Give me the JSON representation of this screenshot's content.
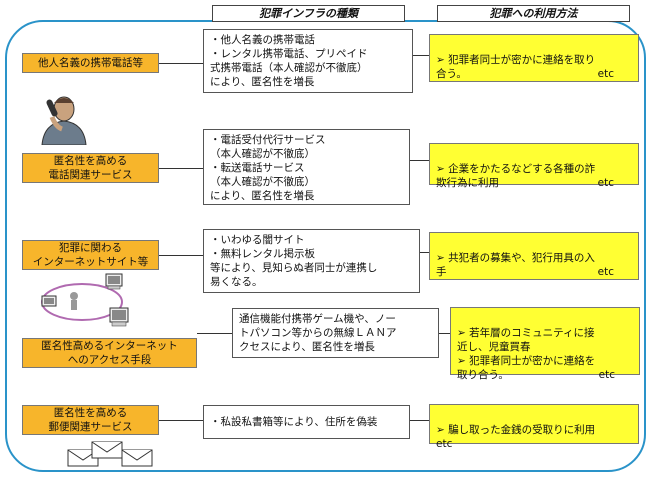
{
  "headers": {
    "infra": "犯罪インフラの種類",
    "usage": "犯罪への利用方法"
  },
  "rows": [
    {
      "category": "他人名義の携帯電話等",
      "infra": "・他人名義の携帯電話\n・レンタル携帯電話、プリペイド\n式携帯電話（本人確認が不徹底）\nにより、匿名性を増長",
      "usage": "➢ 犯罪者同士が密かに連絡を取り\n合う。",
      "etc": "etc"
    },
    {
      "category": "匿名性を高める\n電話関連サービス",
      "infra": "・電話受付代行サービス\n（本人確認が不徹底）\n・転送電話サービス\n（本人確認が不徹底）\nにより、匿名性を増長",
      "usage": "➢ 企業をかたるなどする各種の詐\n欺行為に利用",
      "etc": "etc"
    },
    {
      "category": "犯罪に関わる\nインターネットサイト等",
      "infra": "・いわゆる闇サイト\n・無料レンタル掲示板\n等により、見知らぬ者同士が連携し\n易くなる。",
      "usage": "➢ 共犯者の募集や、犯行用具の入\n手",
      "etc": "etc"
    },
    {
      "category": "匿名性高めるインターネット\nへのアクセス手段",
      "infra": "通信機能付携帯ゲーム機や、ノー\nトパソコン等からの無線ＬＡＮア\nクセスにより、匿名性を増長",
      "usage": "➢ 若年層のコミュニティに接\n近し、児童買春\n➢ 犯罪者同士が密かに連絡を\n取り合う。",
      "etc": "etc"
    },
    {
      "category": "匿名性を高める\n郵便関連サービス",
      "infra": "・私設私書箱等により、住所を偽装",
      "usage": "➢ 騙し取った金銭の受取りに利用\netc",
      "etc": ""
    }
  ],
  "colors": {
    "frame": "#2a93c9",
    "category_fill": "#f7b52b",
    "usage_fill": "#ffff33"
  },
  "icons": [
    "phone-man-illustration",
    "computer-network-illustration",
    "envelope-illustration"
  ]
}
